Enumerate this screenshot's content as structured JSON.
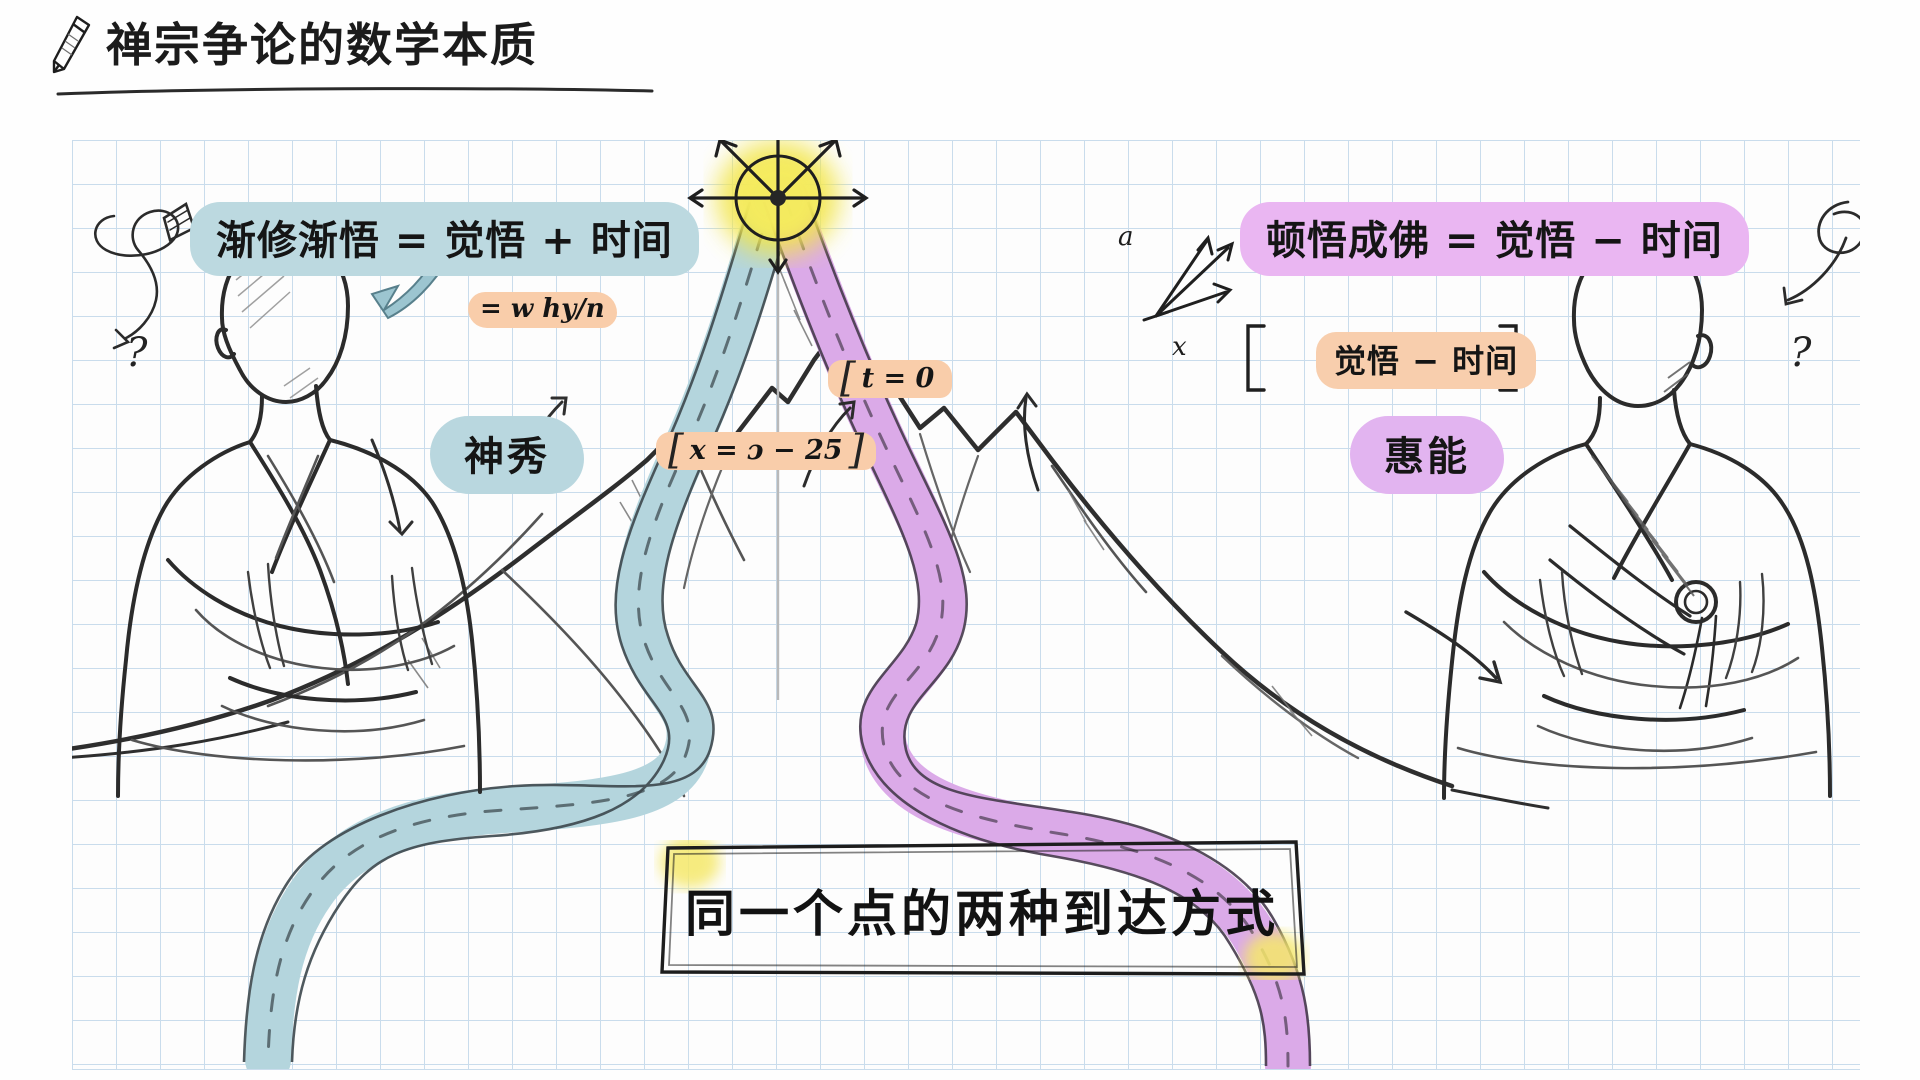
{
  "page": {
    "title": "禅宗争论的数学本质",
    "pencil_icon": "pencil-icon",
    "background_color": "#ffffff",
    "grid_color": "#c9dcec"
  },
  "colors": {
    "gradual_blue": "#bcd9e0",
    "sudden_purple": "#eab6f2",
    "formula_peach": "#f9cdaa",
    "summit_yellow": "#f2e54a",
    "path_blue": "#b4d5dd",
    "path_purple": "#dbaae8",
    "ink": "#222222"
  },
  "labels": {
    "gradual_equation": "渐修渐悟 = 觉悟 + 时间",
    "sudden_equation": "顿悟成佛 = 觉悟 − 时间",
    "shenxiu": "神秀",
    "huineng": "惠能",
    "bracket_term": "觉悟 − 时间",
    "bracket_open": "[",
    "bracket_close": "]"
  },
  "formulas": {
    "x_equation": "x = ɔ − 25",
    "t_equation": "t = 0",
    "scribble_equation": "= w hy/n"
  },
  "doodles": {
    "vector_a": "a",
    "vector_x": "x",
    "question_left": "?",
    "question_right": "?"
  },
  "banner": {
    "text": "同一个点的两种到达方式",
    "corner_highlight": "#f5e86a"
  },
  "figures": {
    "left_monk": "monk-figure-left",
    "right_monk": "monk-figure-right",
    "summit": "summit-starburst"
  }
}
